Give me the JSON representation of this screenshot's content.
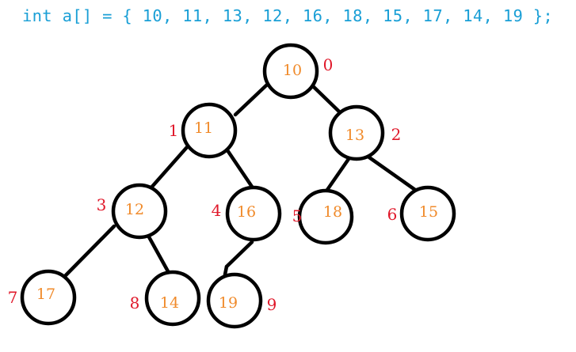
{
  "code_line": "int a[] = { 10, 11, 13, 12, 16, 18, 15, 17, 14, 19 };",
  "colors": {
    "code": "#1a9fd6",
    "value": "#f08a2a",
    "index": "#e0182a",
    "stroke": "#000000"
  },
  "nodes": [
    {
      "value": "10",
      "index": "0"
    },
    {
      "value": "11",
      "index": "1"
    },
    {
      "value": "13",
      "index": "2"
    },
    {
      "value": "12",
      "index": "3"
    },
    {
      "value": "16",
      "index": "4"
    },
    {
      "value": "18",
      "index": "5"
    },
    {
      "value": "15",
      "index": "6"
    },
    {
      "value": "17",
      "index": "7"
    },
    {
      "value": "14",
      "index": "8"
    },
    {
      "value": "19",
      "index": "9"
    }
  ]
}
